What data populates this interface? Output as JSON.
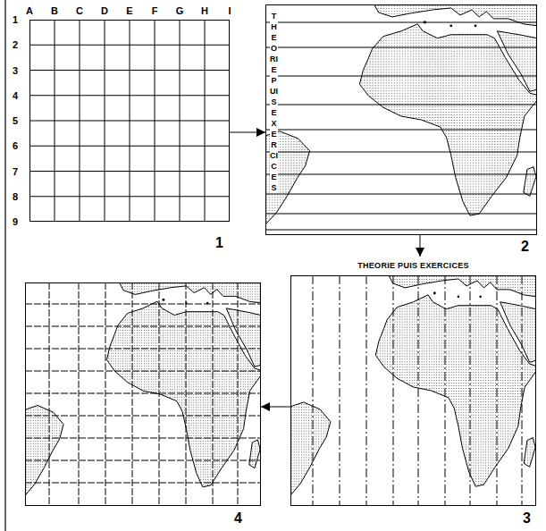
{
  "diagram": {
    "nodes": [
      {
        "text": [
          "1"
        ]
      },
      {
        "text": [
          "THEORIE PUIS EXERCICES",
          "2"
        ]
      },
      {
        "text": [
          "THEORIE PUIS EXERCICES",
          "3"
        ]
      },
      {
        "text": [
          "4"
        ]
      }
    ],
    "edges": [
      {
        "from": 0,
        "to": 1,
        "arrow": "to"
      },
      {
        "from": 1,
        "to": 2,
        "arrow": "to"
      },
      {
        "from": 2,
        "to": 3,
        "arrow": "to"
      }
    ],
    "labels": [
      "A",
      "B",
      "C",
      "D",
      "E",
      "F",
      "G",
      "H",
      "I",
      "1",
      "2",
      "3",
      "4",
      "5",
      "6",
      "7",
      "8",
      "9"
    ]
  }
}
